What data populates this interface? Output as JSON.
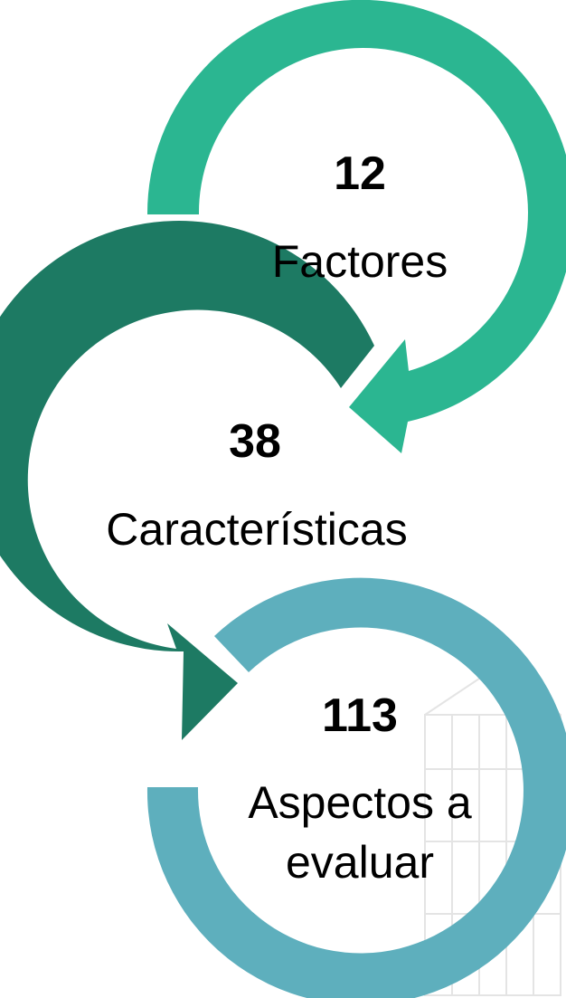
{
  "colors": {
    "ring1": "#2BB691",
    "ring2": "#1D7A63",
    "ring3": "#5EAFBD",
    "background": "#FFFFFF",
    "text": "#000000"
  },
  "steps": [
    {
      "number": "12",
      "label": "Factores",
      "icon": "curved-arrow-icon"
    },
    {
      "number": "38",
      "label": "Características",
      "icon": "curved-arrow-icon"
    },
    {
      "number": "113",
      "label_line1": "Aspectos a",
      "label_line2": "evaluar",
      "icon": "ring-segment-icon"
    }
  ]
}
